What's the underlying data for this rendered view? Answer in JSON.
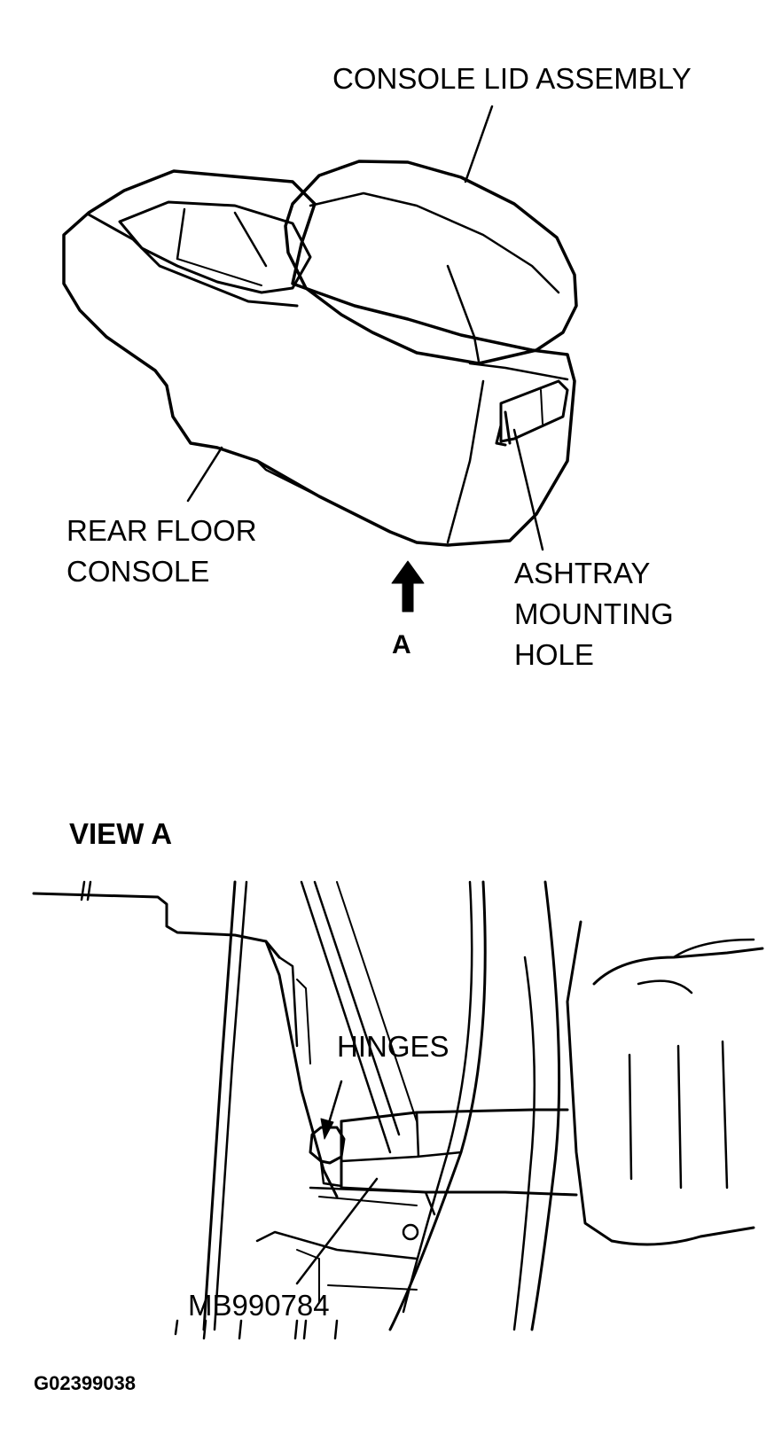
{
  "labels": {
    "console_lid_assembly": "CONSOLE LID ASSEMBLY",
    "rear_floor_console_line1": "REAR FLOOR",
    "rear_floor_console_line2": "CONSOLE",
    "ashtray_line1": "ASHTRAY",
    "ashtray_line2": "MOUNTING",
    "ashtray_line3": "HOLE",
    "arrow_letter": "A",
    "view_a": "VIEW A",
    "hinges": "HINGES",
    "tool_number": "MB990784",
    "figure_id": "G02399038"
  },
  "colors": {
    "line": "#000000",
    "background": "#ffffff"
  }
}
